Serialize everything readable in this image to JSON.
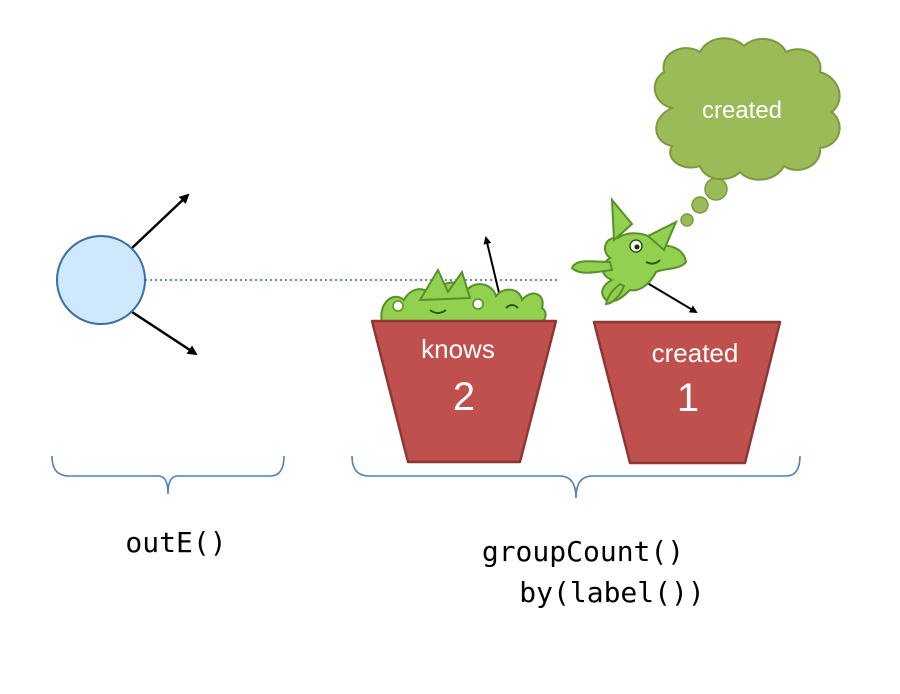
{
  "colors": {
    "vertex_fill": "#cfe8fb",
    "vertex_stroke": "#3b6ea5",
    "bucket_fill": "#c0504d",
    "bucket_stroke": "#8c3836",
    "bracket": "#4f81bd",
    "dashed_line": "#2e64b8",
    "thought_fill": "#9bbb59",
    "thought_stroke": "#7a9a3f",
    "gremlin_fill": "#92d050",
    "gremlin_dark": "#5a8f2a"
  },
  "steps": {
    "out_e": {
      "label": "outE()"
    },
    "group_count": {
      "line1": "groupCount()",
      "line2": "by(label())"
    }
  },
  "buckets": [
    {
      "label": "knows",
      "count": "2"
    },
    {
      "label": "created",
      "count": "1"
    }
  ],
  "thought_bubble": {
    "text": "created"
  },
  "icons": [
    "vertex-circle-icon",
    "edge-arrow-icon",
    "bucket-icon",
    "gremlin-mascot-icon",
    "thought-cloud-icon",
    "curly-brace-icon"
  ]
}
